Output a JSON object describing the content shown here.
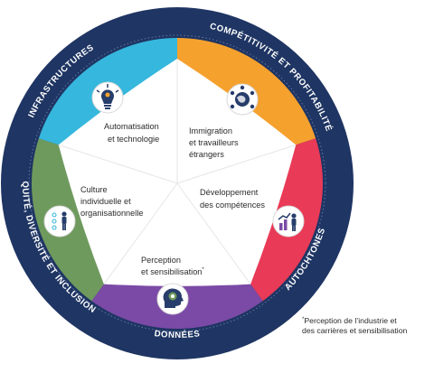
{
  "colors": {
    "navy": "#1f3563",
    "orange": "#f5a12e",
    "red": "#e93a57",
    "purple": "#7b4aa6",
    "green": "#6f9a5e",
    "cyan": "#36b7dd",
    "icon_navy": "#273d6b"
  },
  "segments": [
    {
      "label_lines": [
        "Automatisation",
        "et technologie"
      ],
      "icon": "lightbulb-gear-icon",
      "color": "orange"
    },
    {
      "label_lines": [
        "Immigration",
        "et travailleurs",
        "étrangers"
      ],
      "icon": "globe-people-icon",
      "color": "red"
    },
    {
      "label_lines": [
        "Développement",
        "des compétences"
      ],
      "icon": "person-growth-chart-icon",
      "color": "purple"
    },
    {
      "label_lines": [
        "Perception",
        "et sensibilisation"
      ],
      "marker": "*",
      "icon": "head-brain-icon",
      "color": "green"
    },
    {
      "label_lines": [
        "Culture",
        "individuelle et",
        "organisationnelle"
      ],
      "icon": "person-checklist-icon",
      "color": "cyan"
    }
  ],
  "ring_labels": {
    "infrastructures": "INFRASTRUCTURES",
    "competitivite": "COMPÉTITIVITÉ ET PROFITABILITÉ",
    "autochtones": "AUTOCHTONES",
    "donnees": "DONNÉES",
    "equite": "ÉQUITÉ, DIVERSITÉ ET INCLUSION"
  },
  "footnote": {
    "marker": "*",
    "line1": "Perception de l’industrie et",
    "line2": "des carrières et sensibilisation"
  }
}
